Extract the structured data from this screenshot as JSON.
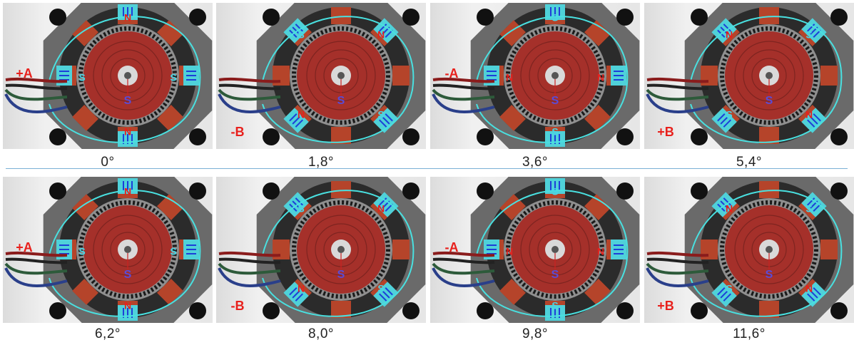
{
  "panels_top": [
    {
      "angle": "0°",
      "wire": "+A",
      "teeth_labels": {
        "top": "N",
        "bottom": "N",
        "left": "S",
        "right": "S"
      }
    },
    {
      "angle": "1,8°",
      "wire": "-B",
      "teeth_labels": {
        "tr": "N",
        "tl": "S",
        "br": "S",
        "bl": "N"
      }
    },
    {
      "angle": "3,6°",
      "wire": "-A",
      "teeth_labels": {
        "top": "S",
        "bottom": "S",
        "left": "N",
        "right": "N"
      }
    },
    {
      "angle": "5,4°",
      "wire": "+B",
      "teeth_labels": {
        "tr": "S",
        "tl": "N",
        "br": "N",
        "bl": "S"
      }
    }
  ],
  "panels_bottom": [
    {
      "angle": "6,2°",
      "wire": "+A",
      "teeth_labels": {
        "top": "N",
        "bottom": "N",
        "left": "S",
        "right": "S"
      }
    },
    {
      "angle": "8,0°",
      "wire": "-B",
      "teeth_labels": {
        "tr": "N",
        "tl": "S",
        "br": "S",
        "bl": "N"
      }
    },
    {
      "angle": "9,8°",
      "wire": "-A",
      "teeth_labels": {
        "top": "S",
        "bottom": "S",
        "left": "N",
        "right": "N"
      }
    },
    {
      "angle": "11,6°",
      "wire": "+B",
      "teeth_labels": {
        "tr": "S",
        "tl": "N",
        "br": "N",
        "bl": "S"
      }
    }
  ],
  "rotor_label": "S",
  "colors": {
    "stator_dark": "#2b2b2b",
    "coil": "#b5442a",
    "pole_active": "#4fd1d9",
    "rotor": "#a5302a",
    "wire_label": "#e8201c",
    "flux_line": "#49e0e0",
    "divider": "#7ab1d6"
  }
}
